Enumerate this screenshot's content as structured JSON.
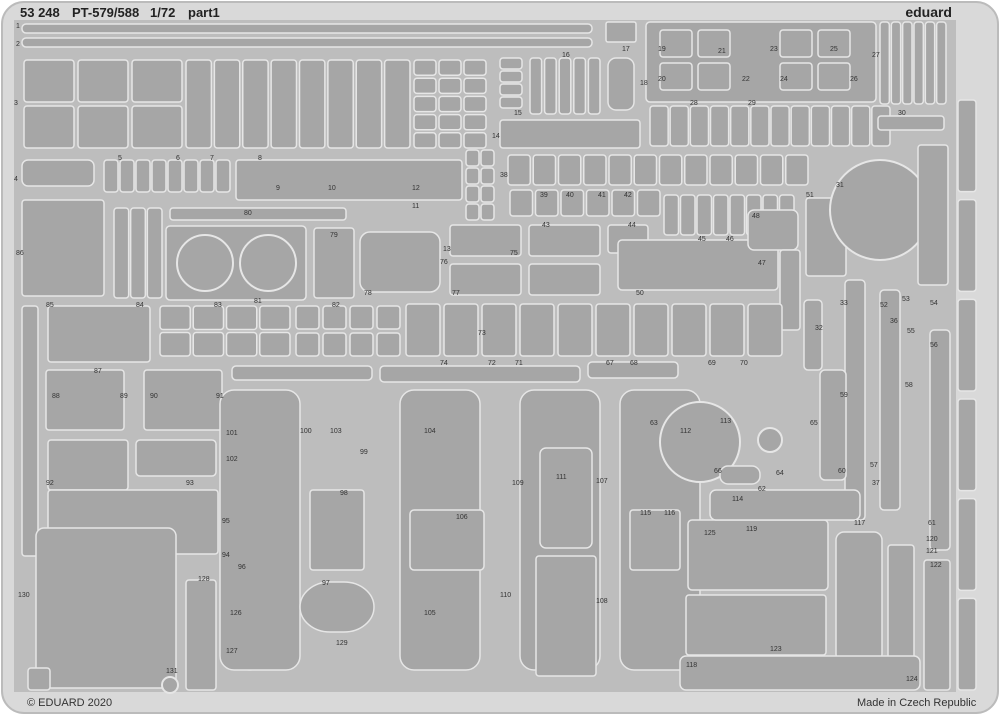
{
  "header": {
    "catalog_number": "53 248",
    "model": "PT-579/588",
    "scale": "1/72",
    "part": "part1",
    "brand": "eduard"
  },
  "footer": {
    "copyright": "© EDUARD 2020",
    "origin": "Made in Czech Republic"
  },
  "part_numbers": [
    "1",
    "2",
    "3",
    "4",
    "5",
    "6",
    "7",
    "8",
    "9",
    "10",
    "11",
    "12",
    "13",
    "14",
    "15",
    "16",
    "17",
    "18",
    "19",
    "20",
    "21",
    "22",
    "23",
    "24",
    "25",
    "26",
    "27",
    "28",
    "29",
    "30",
    "31",
    "32",
    "33",
    "36",
    "37",
    "38",
    "39",
    "40",
    "41",
    "42",
    "43",
    "44",
    "45",
    "46",
    "47",
    "48",
    "50",
    "51",
    "52",
    "53",
    "54",
    "55",
    "56",
    "57",
    "58",
    "59",
    "60",
    "61",
    "62",
    "63",
    "64",
    "65",
    "66",
    "67",
    "68",
    "69",
    "70",
    "71",
    "72",
    "73",
    "74",
    "75",
    "76",
    "77",
    "78",
    "79",
    "80",
    "81",
    "82",
    "83",
    "84",
    "85",
    "86",
    "87",
    "88",
    "89",
    "90",
    "91",
    "92",
    "93",
    "94",
    "95",
    "96",
    "97",
    "98",
    "99",
    "100",
    "101",
    "102",
    "103",
    "104",
    "105",
    "106",
    "107",
    "108",
    "109",
    "110",
    "111",
    "112",
    "113",
    "114",
    "115",
    "116",
    "117",
    "118",
    "119",
    "120",
    "121",
    "122",
    "123",
    "124",
    "125",
    "126",
    "127",
    "128",
    "129",
    "130",
    "131"
  ],
  "colors": {
    "fret": "#d9d9d9",
    "part": "#a6a6a6",
    "part_edge": "#e6e6e6",
    "gap": "#bdbdbd"
  }
}
